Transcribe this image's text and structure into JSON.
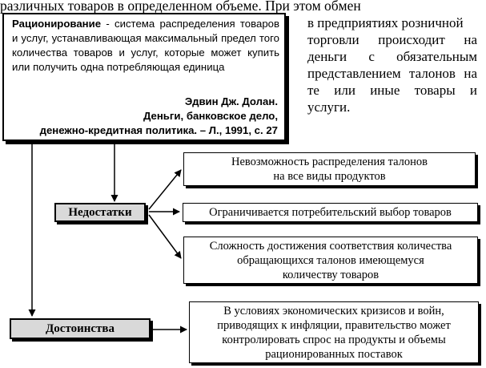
{
  "top_line": "различных товаров в определенном объеме. При этом обмен",
  "definition": {
    "term": "Рационирование",
    "text": " - система распределения товаров и услуг, устанавливающая максимальный предел того количества товаров и услуг, которые может купить или получить одна потребляющая единица",
    "source_author": "Эдвин Дж. Долан.",
    "source_title": "Деньги, банковское дело,",
    "source_ref": "денежно-кредитная политика. – Л., 1991, с. 27"
  },
  "side_text": {
    "line1": "в предприятиях розничной",
    "rest": "торговли происходит на деньги с обязательным представлением талонов на те или иные товары и услуги."
  },
  "disadvantages": {
    "label": "Недостатки",
    "items": [
      {
        "line1": "Невозможность распределения талонов",
        "line2": "на все виды продуктов"
      },
      {
        "line1": "Ограничивается потребительский выбор товаров"
      },
      {
        "line1": "Сложность достижения соответствия количества",
        "line2": "обращающихся талонов имеющемуся",
        "line3": "количеству товаров"
      }
    ]
  },
  "advantages": {
    "label": "Достоинства",
    "item": {
      "line1": "В условиях экономических кризисов и войн,",
      "line2": "приводящих к инфляции, правительство может",
      "line3": "контролировать спрос на продукты  и объемы",
      "line4": "рационированных поставок"
    }
  }
}
